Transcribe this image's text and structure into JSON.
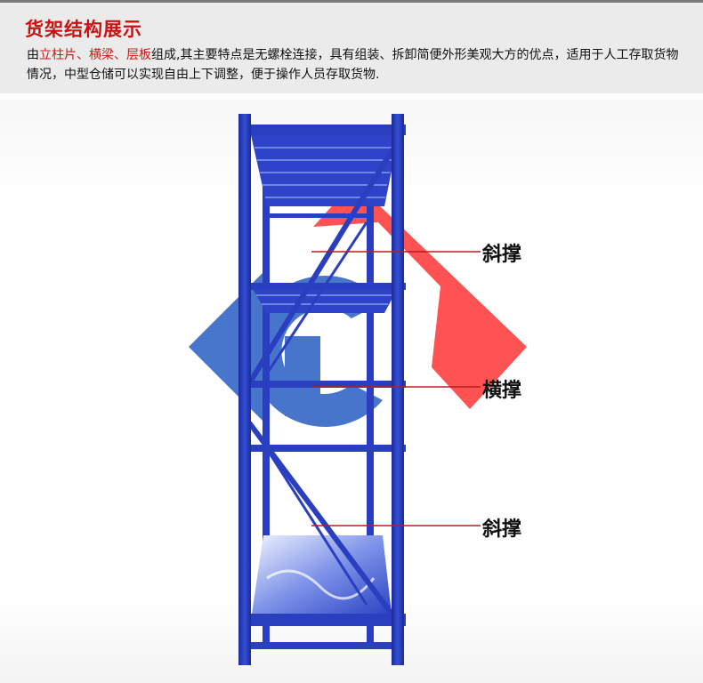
{
  "header": {
    "title": "货架结构展示",
    "desc_prefix": "由",
    "desc_highlight": "立柱片、横梁、层板",
    "desc_rest": "组成,其主要特点是无螺栓连接，具有组装、拆卸简便外形美观大方的优点，适用于人工存取货物情况，中型仓储可以实现自由上下调整，便于操作人员存取货物."
  },
  "callouts": {
    "top": "斜撑",
    "middle": "横撑",
    "bottom": "斜撑"
  },
  "colors": {
    "title_red": "#cc1111",
    "rack_blue": "#2a3fbf",
    "watermark_red": "#ff3b3b",
    "watermark_blue": "#2f63c6",
    "callout_line": "#b02020"
  }
}
